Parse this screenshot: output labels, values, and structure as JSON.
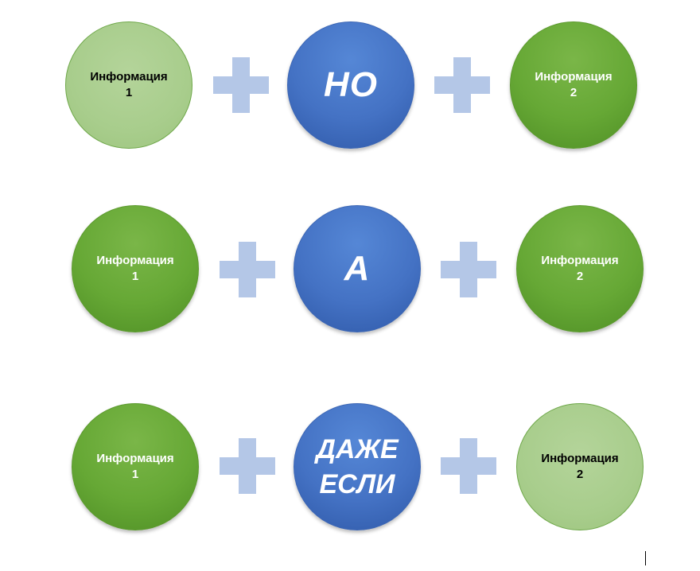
{
  "rows": [
    {
      "left": {
        "line1": "Информация",
        "line2": "1"
      },
      "conjunction": {
        "line1": "НО",
        "line2": ""
      },
      "right": {
        "line1": "Информация",
        "line2": "2"
      }
    },
    {
      "left": {
        "line1": "Информация",
        "line2": "1"
      },
      "conjunction": {
        "line1": "А",
        "line2": ""
      },
      "right": {
        "line1": "Информация",
        "line2": "2"
      }
    },
    {
      "left": {
        "line1": "Информация",
        "line2": "1"
      },
      "conjunction": {
        "line1": "ДАЖЕ",
        "line2": "ЕСЛИ"
      },
      "right": {
        "line1": "Информация",
        "line2": "2"
      }
    }
  ],
  "colors": {
    "info_green": "#66a835",
    "info_light_green": "#a8cd8c",
    "conjunction_blue": "#4472c4",
    "plus_blue": "#b4c7e7"
  },
  "icons": {
    "plus": "plus-icon"
  }
}
